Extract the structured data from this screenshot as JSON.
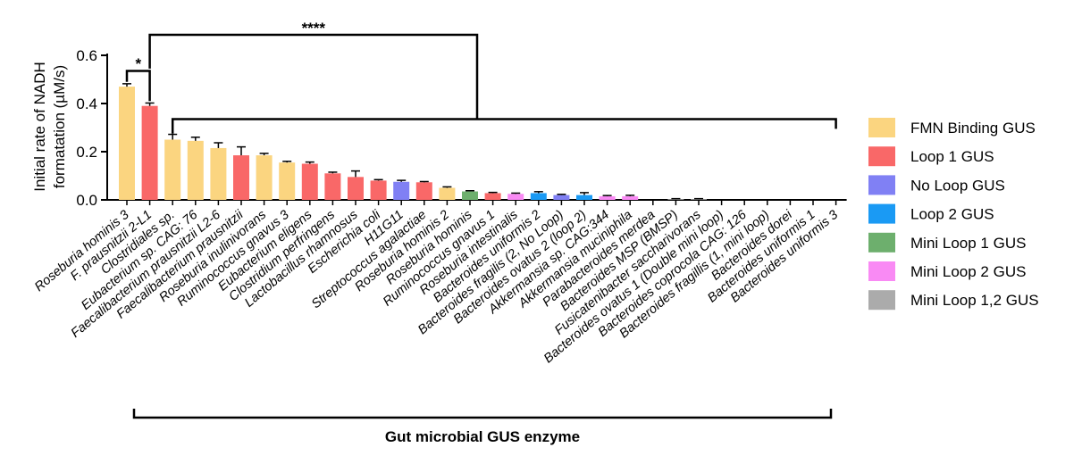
{
  "chart_data": {
    "type": "bar",
    "ylabel_line1": "Initial rate of NADH",
    "ylabel_line2": "formatation (µM/s)",
    "xlabel": "Gut microbial GUS enzyme",
    "ylim": [
      0,
      0.6
    ],
    "yticks": [
      "0.0",
      "0.2",
      "0.4",
      "0.6"
    ],
    "grid": false,
    "legend_position": "right",
    "significance": {
      "near": "*",
      "far": "****"
    },
    "legend": [
      {
        "label": "FMN Binding GUS",
        "color": "#FBD580"
      },
      {
        "label": "Loop 1 GUS",
        "color": "#F96868"
      },
      {
        "label": "No Loop GUS",
        "color": "#8080F4"
      },
      {
        "label": "Loop 2 GUS",
        "color": "#1A9AF4"
      },
      {
        "label": "Mini Loop 1 GUS",
        "color": "#6DAF6D"
      },
      {
        "label": "Mini Loop 2 GUS",
        "color": "#F98AF4"
      },
      {
        "label": "Mini Loop 1,2 GUS",
        "color": "#ABABAB"
      }
    ],
    "bars": [
      {
        "label": "Roseburia hominis 3",
        "value": 0.47,
        "err": 0.012,
        "group": 0
      },
      {
        "label": "F. prausnitzii 2-L1",
        "value": 0.39,
        "err": 0.012,
        "group": 1
      },
      {
        "label": "Clostridiales sp.",
        "value": 0.25,
        "err": 0.022,
        "group": 0
      },
      {
        "label": "Eubacterium sp. CAG: 76",
        "value": 0.245,
        "err": 0.015,
        "group": 0
      },
      {
        "label": "Faecalibacterium prausnitzii L2-6",
        "value": 0.215,
        "err": 0.022,
        "group": 0
      },
      {
        "label": "Faecalibacterium prausnitzii",
        "value": 0.185,
        "err": 0.035,
        "group": 1
      },
      {
        "label": "Roseburia inulinivorans",
        "value": 0.185,
        "err": 0.008,
        "group": 0
      },
      {
        "label": "Ruminococcus gnavus 3",
        "value": 0.155,
        "err": 0.005,
        "group": 0
      },
      {
        "label": "Eubacterium eligens",
        "value": 0.15,
        "err": 0.007,
        "group": 1
      },
      {
        "label": "Clostridium perfringens",
        "value": 0.11,
        "err": 0.005,
        "group": 1
      },
      {
        "label": "Lactobacillus rhamnosus",
        "value": 0.095,
        "err": 0.025,
        "group": 1
      },
      {
        "label": "Escherichia coli",
        "value": 0.08,
        "err": 0.004,
        "group": 1
      },
      {
        "label": "H11G11",
        "value": 0.075,
        "err": 0.006,
        "group": 2
      },
      {
        "label": "Streptococcus agalactiae",
        "value": 0.073,
        "err": 0.003,
        "group": 1
      },
      {
        "label": "Roseburia hominis 2",
        "value": 0.05,
        "err": 0.004,
        "group": 0
      },
      {
        "label": "Roseburia hominis",
        "value": 0.035,
        "err": 0.003,
        "group": 4
      },
      {
        "label": "Ruminococcus gnavus 1",
        "value": 0.028,
        "err": 0.003,
        "group": 1
      },
      {
        "label": "Roseburia intestinalis",
        "value": 0.025,
        "err": 0.003,
        "group": 5
      },
      {
        "label": "Bacteroides uniformis 2",
        "value": 0.028,
        "err": 0.006,
        "group": 3
      },
      {
        "label": "Bacteroides fragilis (2, No Loop)",
        "value": 0.02,
        "err": 0.003,
        "group": 2
      },
      {
        "label": "Bacteroides ovatus 2 (loop 2)",
        "value": 0.02,
        "err": 0.01,
        "group": 3
      },
      {
        "label": "Akkermansia sp. CAG:344",
        "value": 0.015,
        "err": 0.003,
        "group": 5
      },
      {
        "label": "Akkermansia muciniphila",
        "value": 0.015,
        "err": 0.004,
        "group": 5
      },
      {
        "label": "Parabacteroides merdea",
        "value": 0.0,
        "err": 0.0,
        "group": 6
      },
      {
        "label": "Bacteroides MSP (BMSP)",
        "value": 0.003,
        "err": 0.002,
        "group": 6
      },
      {
        "label": "Fusicatenibacter saccharivorans",
        "value": 0.003,
        "err": 0.002,
        "group": 6
      },
      {
        "label": "Bacteroides ovatus 1 (Double mini loop)",
        "value": 0.0,
        "err": 0.0,
        "group": 6
      },
      {
        "label": "Bacteroides coprocola CAG: 126",
        "value": 0.0,
        "err": 0.0,
        "group": 6
      },
      {
        "label": "Bacteroides fragillis (1, mini loop)",
        "value": 0.0,
        "err": 0.0,
        "group": 6
      },
      {
        "label": "Bacteroides dorei",
        "value": 0.0,
        "err": 0.0,
        "group": 6
      },
      {
        "label": "Bacteroides uniformis 1",
        "value": 0.0,
        "err": 0.0,
        "group": 6
      },
      {
        "label": "Bacteroides uniformis 3",
        "value": 0.0,
        "err": 0.0,
        "group": 6
      }
    ]
  }
}
